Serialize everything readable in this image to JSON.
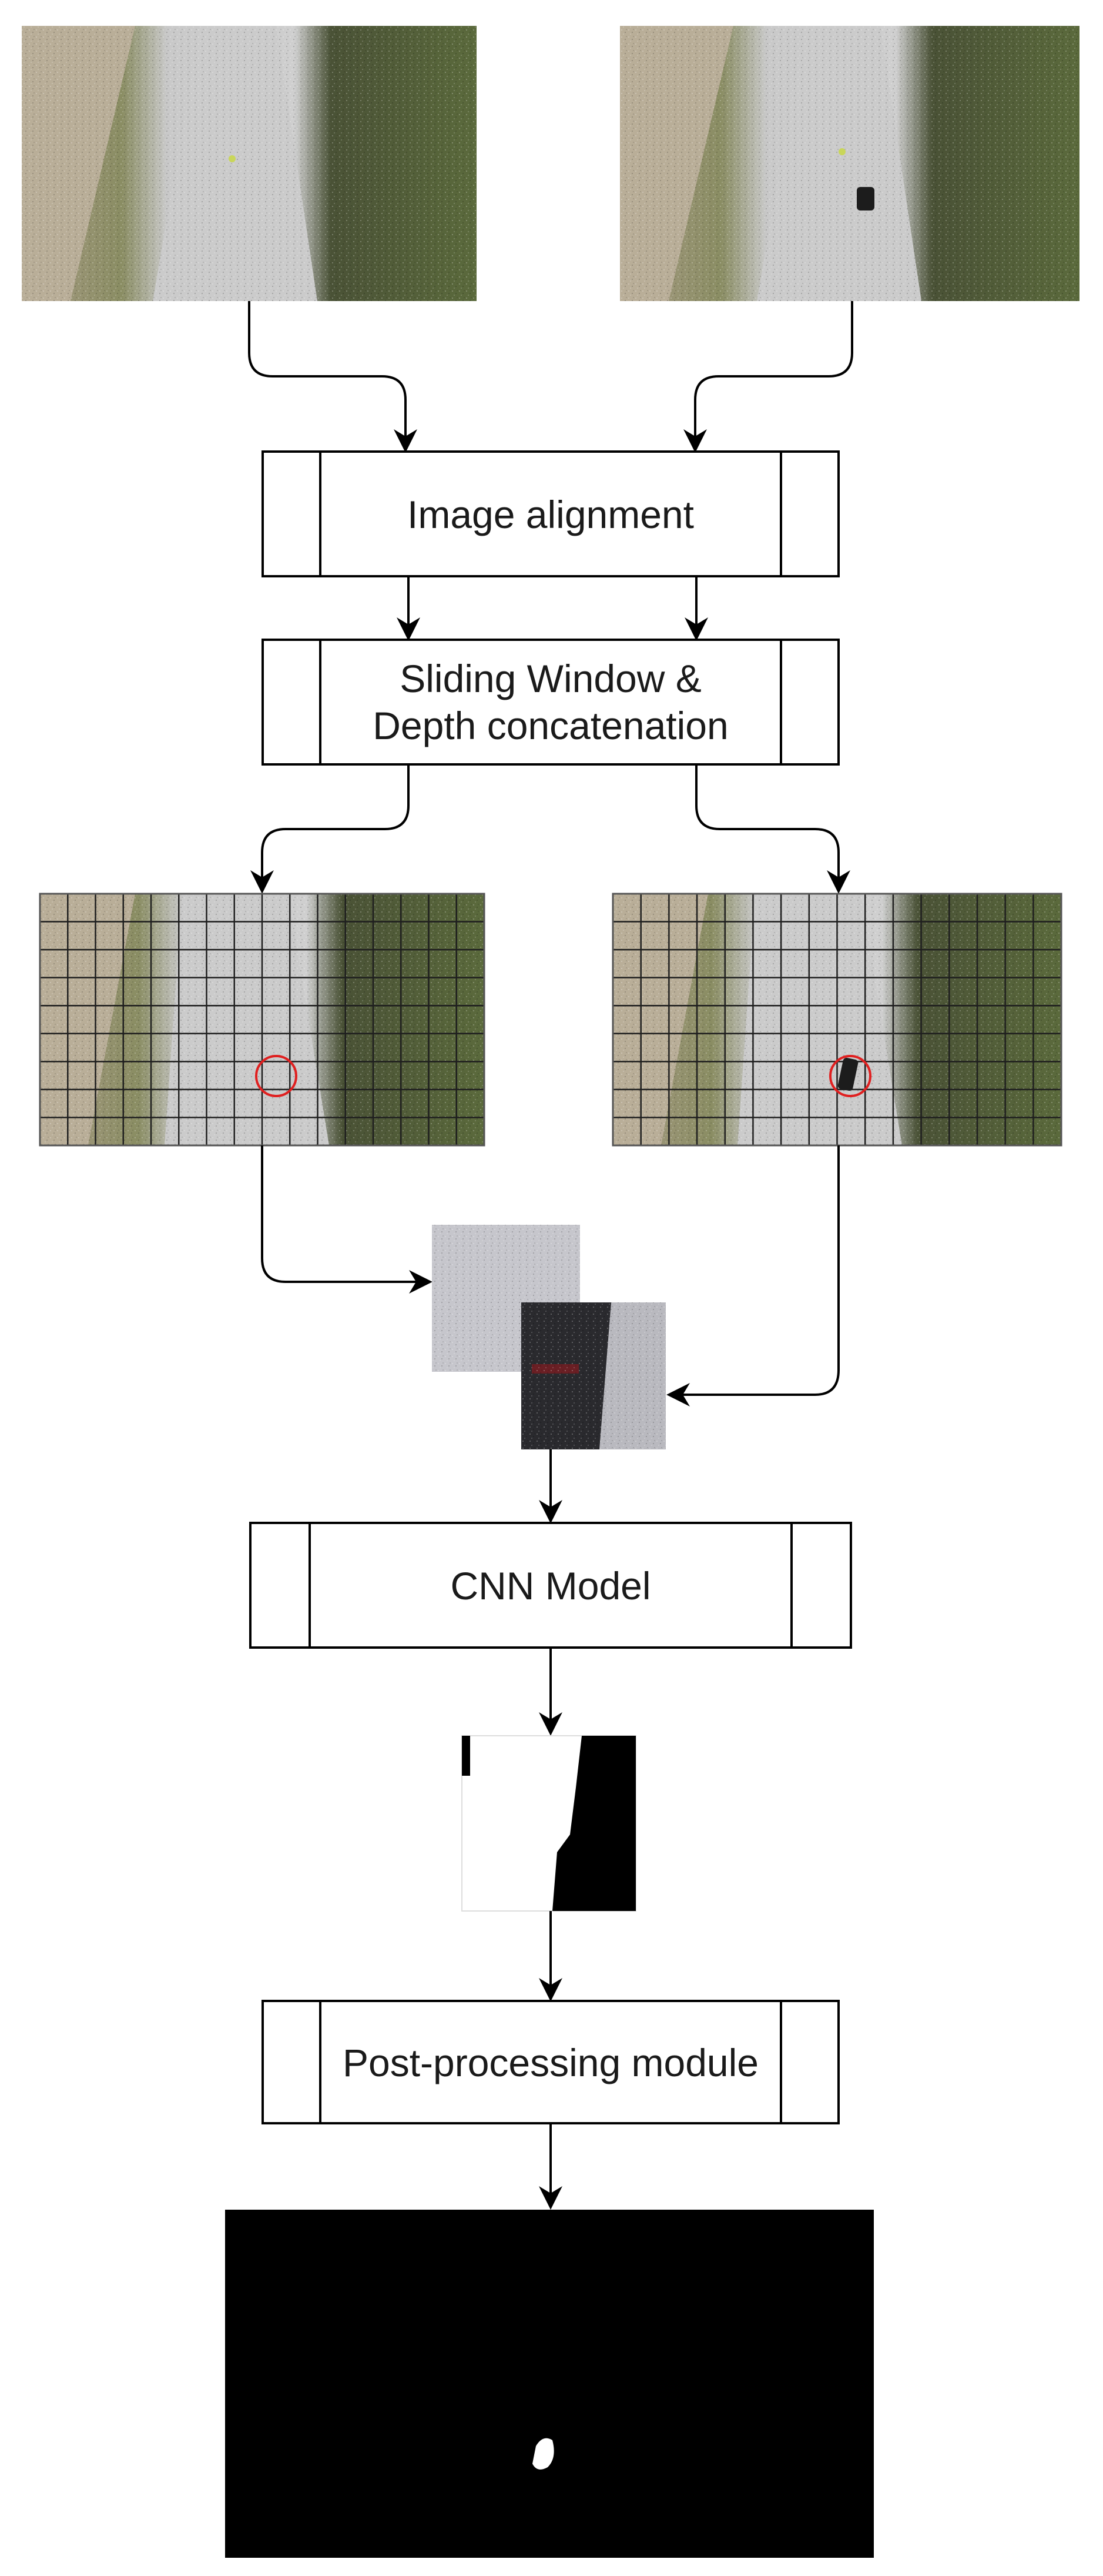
{
  "diagram": {
    "steps": [
      {
        "id": "alignment",
        "label_lines": [
          "Image alignment"
        ]
      },
      {
        "id": "sliding",
        "label_lines": [
          "Sliding Window &",
          "Depth concatenation"
        ]
      },
      {
        "id": "cnn",
        "label_lines": [
          "CNN Model"
        ]
      },
      {
        "id": "postproc",
        "label_lines": [
          "Post-processing module"
        ]
      }
    ],
    "images": [
      {
        "id": "reference-photo",
        "kind": "aerial-photo",
        "description": "gravel path, no object"
      },
      {
        "id": "target-photo",
        "kind": "aerial-photo",
        "description": "gravel path, dark object present"
      },
      {
        "id": "reference-grid",
        "kind": "gridded-photo",
        "grid": {
          "cols": 16,
          "rows": 9
        }
      },
      {
        "id": "target-grid",
        "kind": "gridded-photo",
        "grid": {
          "cols": 16,
          "rows": 9
        }
      },
      {
        "id": "patch-pair",
        "kind": "patch-stack"
      },
      {
        "id": "cnn-output-patch",
        "kind": "binary-patch"
      },
      {
        "id": "final-mask",
        "kind": "binary-mask"
      }
    ],
    "colors": {
      "stroke": "#000000",
      "gravel": "#c9c9c9",
      "grass": "#5b6a3c",
      "dirt": "#a89c86",
      "highlight_circle": "#e02020",
      "object": "#1c1c1c",
      "mask_bg": "#000000",
      "mask_fg": "#ffffff"
    }
  }
}
